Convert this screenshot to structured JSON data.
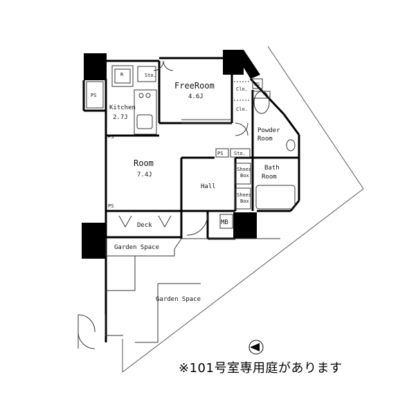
{
  "rooms": {
    "free_room": {
      "name": "FreeRoom",
      "size": "4.6J"
    },
    "kitchen": {
      "name": "Kitchen",
      "size": "2.7J"
    },
    "room": {
      "name": "Room",
      "size": "7.4J"
    },
    "powder_room": {
      "name_line1": "Powder",
      "name_line2": "Room"
    },
    "bath_room": {
      "name_line1": "Bath",
      "name_line2": "Room"
    },
    "hall": {
      "name": "Hall"
    }
  },
  "labels": {
    "deck": "Deck",
    "garden_space_1": "Garden Space",
    "garden_space_2": "Garden Space",
    "ps_left": "PS",
    "ps_right": "PS",
    "ps_center": "PS",
    "sto_top": "Sto.",
    "sto_center": "Sto.",
    "clo_1": "Clo.",
    "clo_2": "Clo.",
    "shoes_box_1_l1": "Shoes",
    "shoes_box_1_l2": "Box",
    "shoes_box_2_l1": "Shoes",
    "shoes_box_2_l2": "Box",
    "mb": "MB",
    "ps_small_1": "PS",
    "ps_small_2": "PS",
    "fridge": "R"
  },
  "note": "※101号室専用庭があります"
}
